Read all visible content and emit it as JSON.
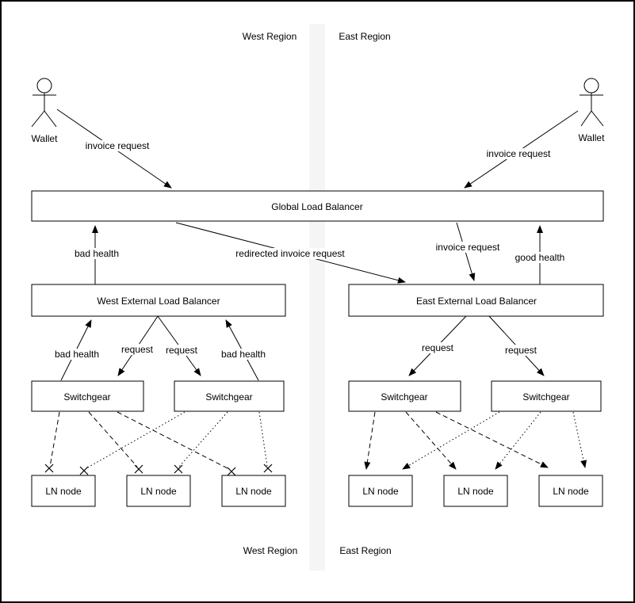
{
  "regions": {
    "west": "West Region",
    "east": "East Region"
  },
  "wallets": {
    "west_label": "Wallet",
    "east_label": "Wallet"
  },
  "boxes": {
    "global_lb": "Global Load Balancer",
    "west_elb": "West External Load Balancer",
    "east_elb": "East External Load Balancer",
    "switchgear": "Switchgear",
    "ln_node": "LN node"
  },
  "edges": {
    "invoice_request": "invoice request",
    "redirected_invoice_request": "redirected invoice request",
    "bad_health": "bad health",
    "good_health": "good health",
    "request": "request"
  },
  "colors": {
    "divider": "#f5f5f5",
    "stroke": "#000000",
    "background": "#ffffff"
  }
}
